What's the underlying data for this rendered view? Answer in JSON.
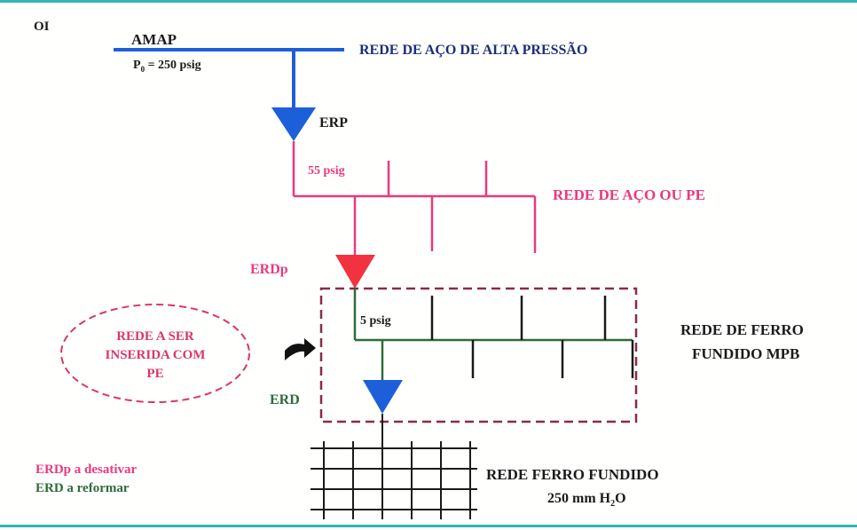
{
  "corner_label": "OI",
  "supply": {
    "name": "AMAP",
    "pressure_main": "P",
    "pressure_sub": "0",
    "pressure_rest": " = 250 psig"
  },
  "high_pressure_network": "REDE DE AÇO DE ALTA PRESSÃO",
  "erp_label": "ERP",
  "pink_pressure": "55 psig",
  "steel_pe_network": "REDE  DE AÇO OU PE",
  "erdp_label": "ERDp",
  "green_pressure": "5 psig",
  "cast_iron_mpb": {
    "line1": "REDE DE FERRO",
    "line2": "FUNDIDO MPB"
  },
  "insert_ellipse": {
    "line1": "REDE A SER",
    "line2": "INSERIDA COM",
    "line3": "PE"
  },
  "erd_label": "ERD",
  "legend": {
    "erdp": "ERDp a desativar",
    "erd": "ERD a reformar"
  },
  "cast_iron_low": {
    "line1": "REDE FERRO FUNDIDO",
    "line2_main": "250 mm H",
    "line2_sub": "2",
    "line2_rest": "O"
  },
  "colors": {
    "blue": "#1d5fd8",
    "pink": "#e8397f",
    "red": "#f2323e",
    "green": "#2f6b3a",
    "navy": "#1b2f73",
    "dark": "#1a1a1a",
    "dashed": "#8a2a4a",
    "ellipse": "#d8366a",
    "frame": "#2fb6b6"
  }
}
